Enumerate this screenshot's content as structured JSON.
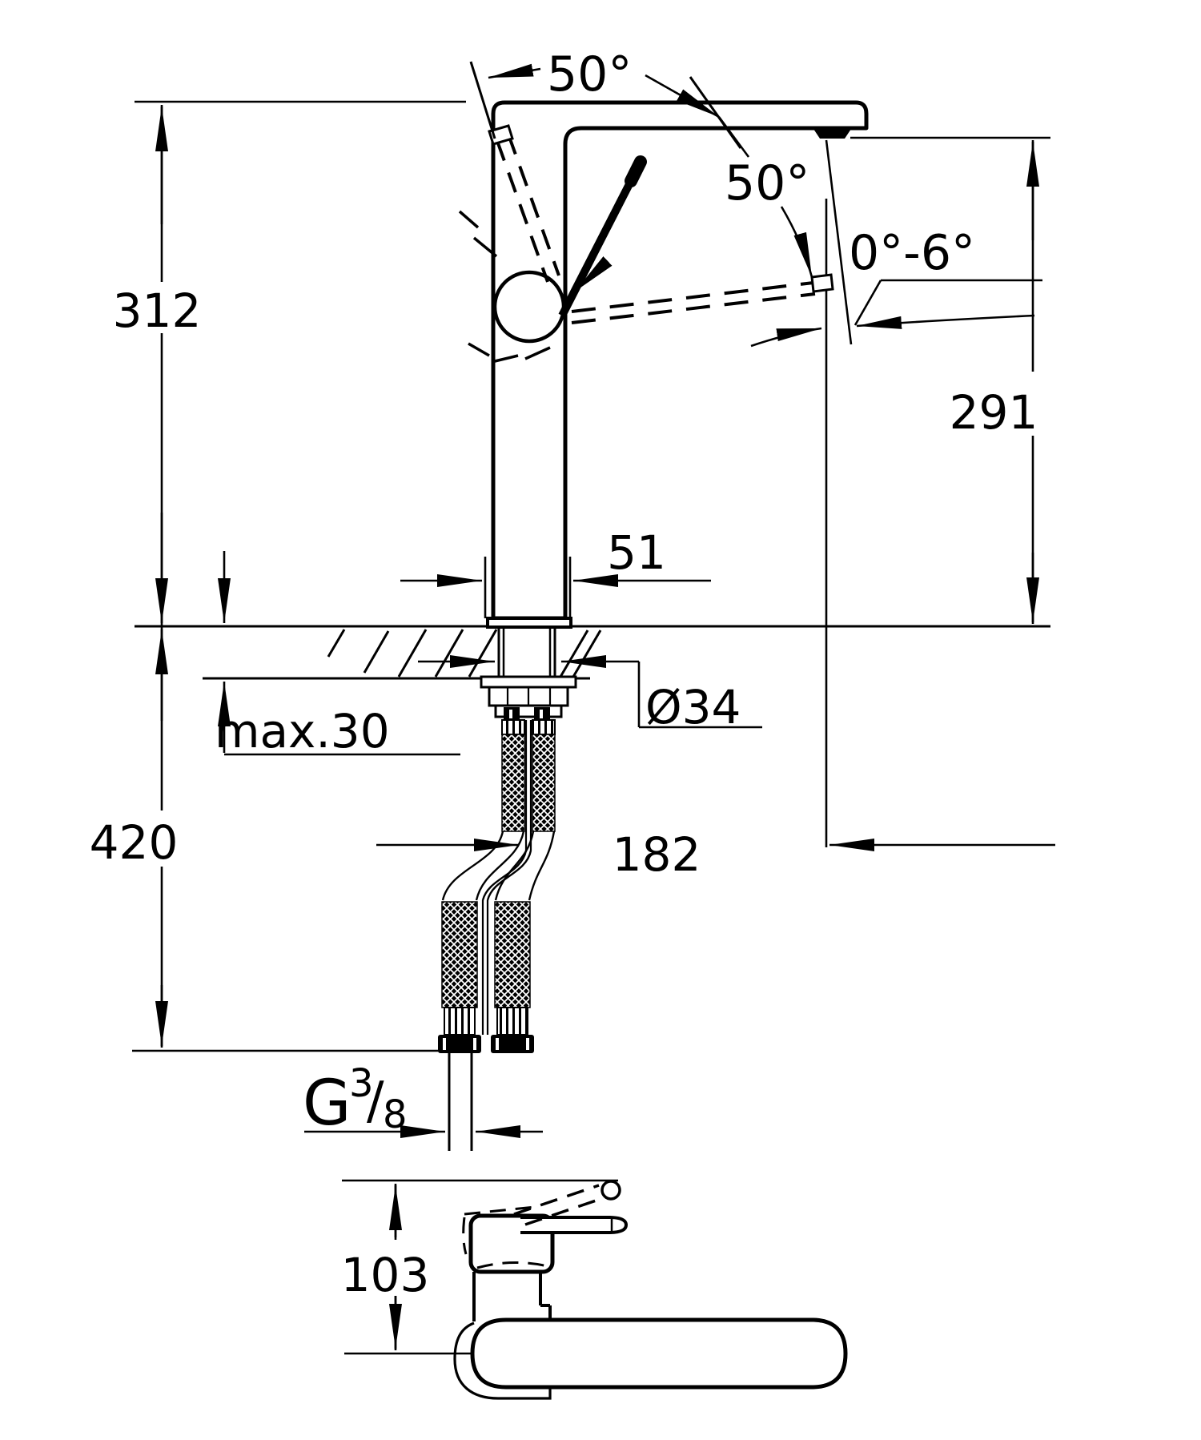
{
  "drawing": {
    "kind": "faucet-installation-dimension-drawing",
    "ink_color": "#000000",
    "background_color": "#ffffff",
    "dimensions": {
      "height_above_deck": "312",
      "outlet_height": "291",
      "body_width": "51",
      "shank_diameter": "Ø34",
      "deck_thickness": "max.30",
      "hose_drop_below_deck": "420",
      "spout_reach": "182",
      "lever_swing_upper": "50°",
      "lever_swing_lower": "50°",
      "spout_tilt_range": "0°-6°",
      "top_view_offset": "103",
      "thread": {
        "prefix": "G",
        "numerator": "3",
        "slash": "/",
        "denominator": "8"
      }
    }
  }
}
